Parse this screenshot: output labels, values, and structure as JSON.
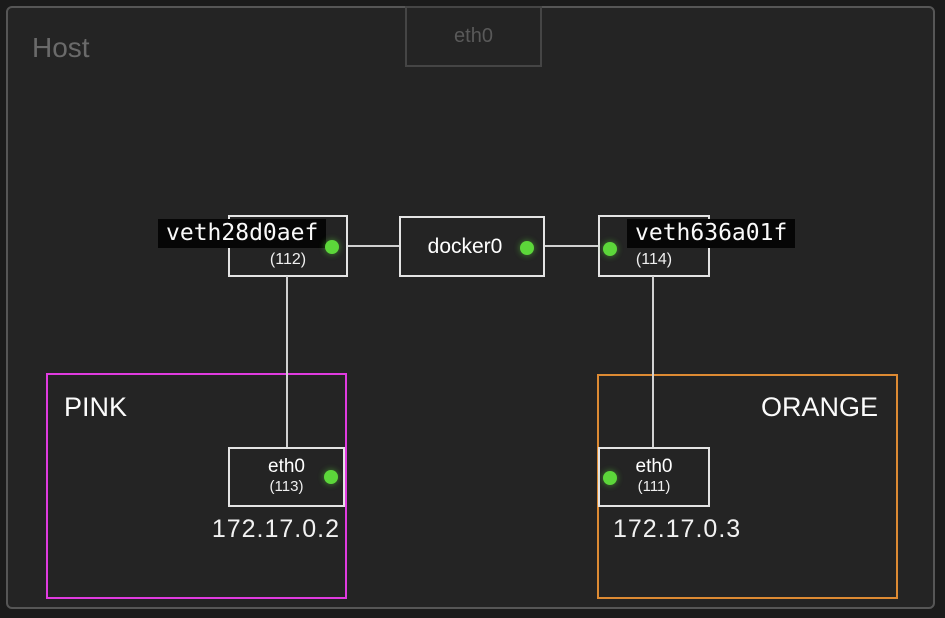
{
  "host": {
    "label": "Host",
    "uplink": {
      "name": "eth0"
    }
  },
  "interfaces": {
    "veth_left": {
      "name": "veth28d0aef",
      "id": "(112)"
    },
    "bridge": {
      "name": "docker0"
    },
    "veth_right": {
      "name": "veth636a01f",
      "id": "(114)"
    }
  },
  "containers": {
    "pink": {
      "name": "PINK",
      "iface": {
        "name": "eth0",
        "id": "(113)"
      },
      "ip": "172.17.0.2"
    },
    "orange": {
      "name": "ORANGE",
      "iface": {
        "name": "eth0",
        "id": "(111)"
      },
      "ip": "172.17.0.3"
    }
  },
  "icons": {
    "status_dot": "green-circle-link-up"
  },
  "colors": {
    "background": "#242424",
    "host_border": "#565656",
    "iface_border": "#e4e4e4",
    "connector": "#d0d0d0",
    "status_dot": "#5cd73a",
    "pink_border": "#e03be0",
    "orange_border": "#dd8a33",
    "label_plate_bg": "#060606",
    "dim_text": "#595959"
  },
  "styles": {
    "pink_border": "border-color:#e03be0",
    "orange_border": "border-color:#dd8a33",
    "dot": "background-color:#5cd73a"
  }
}
